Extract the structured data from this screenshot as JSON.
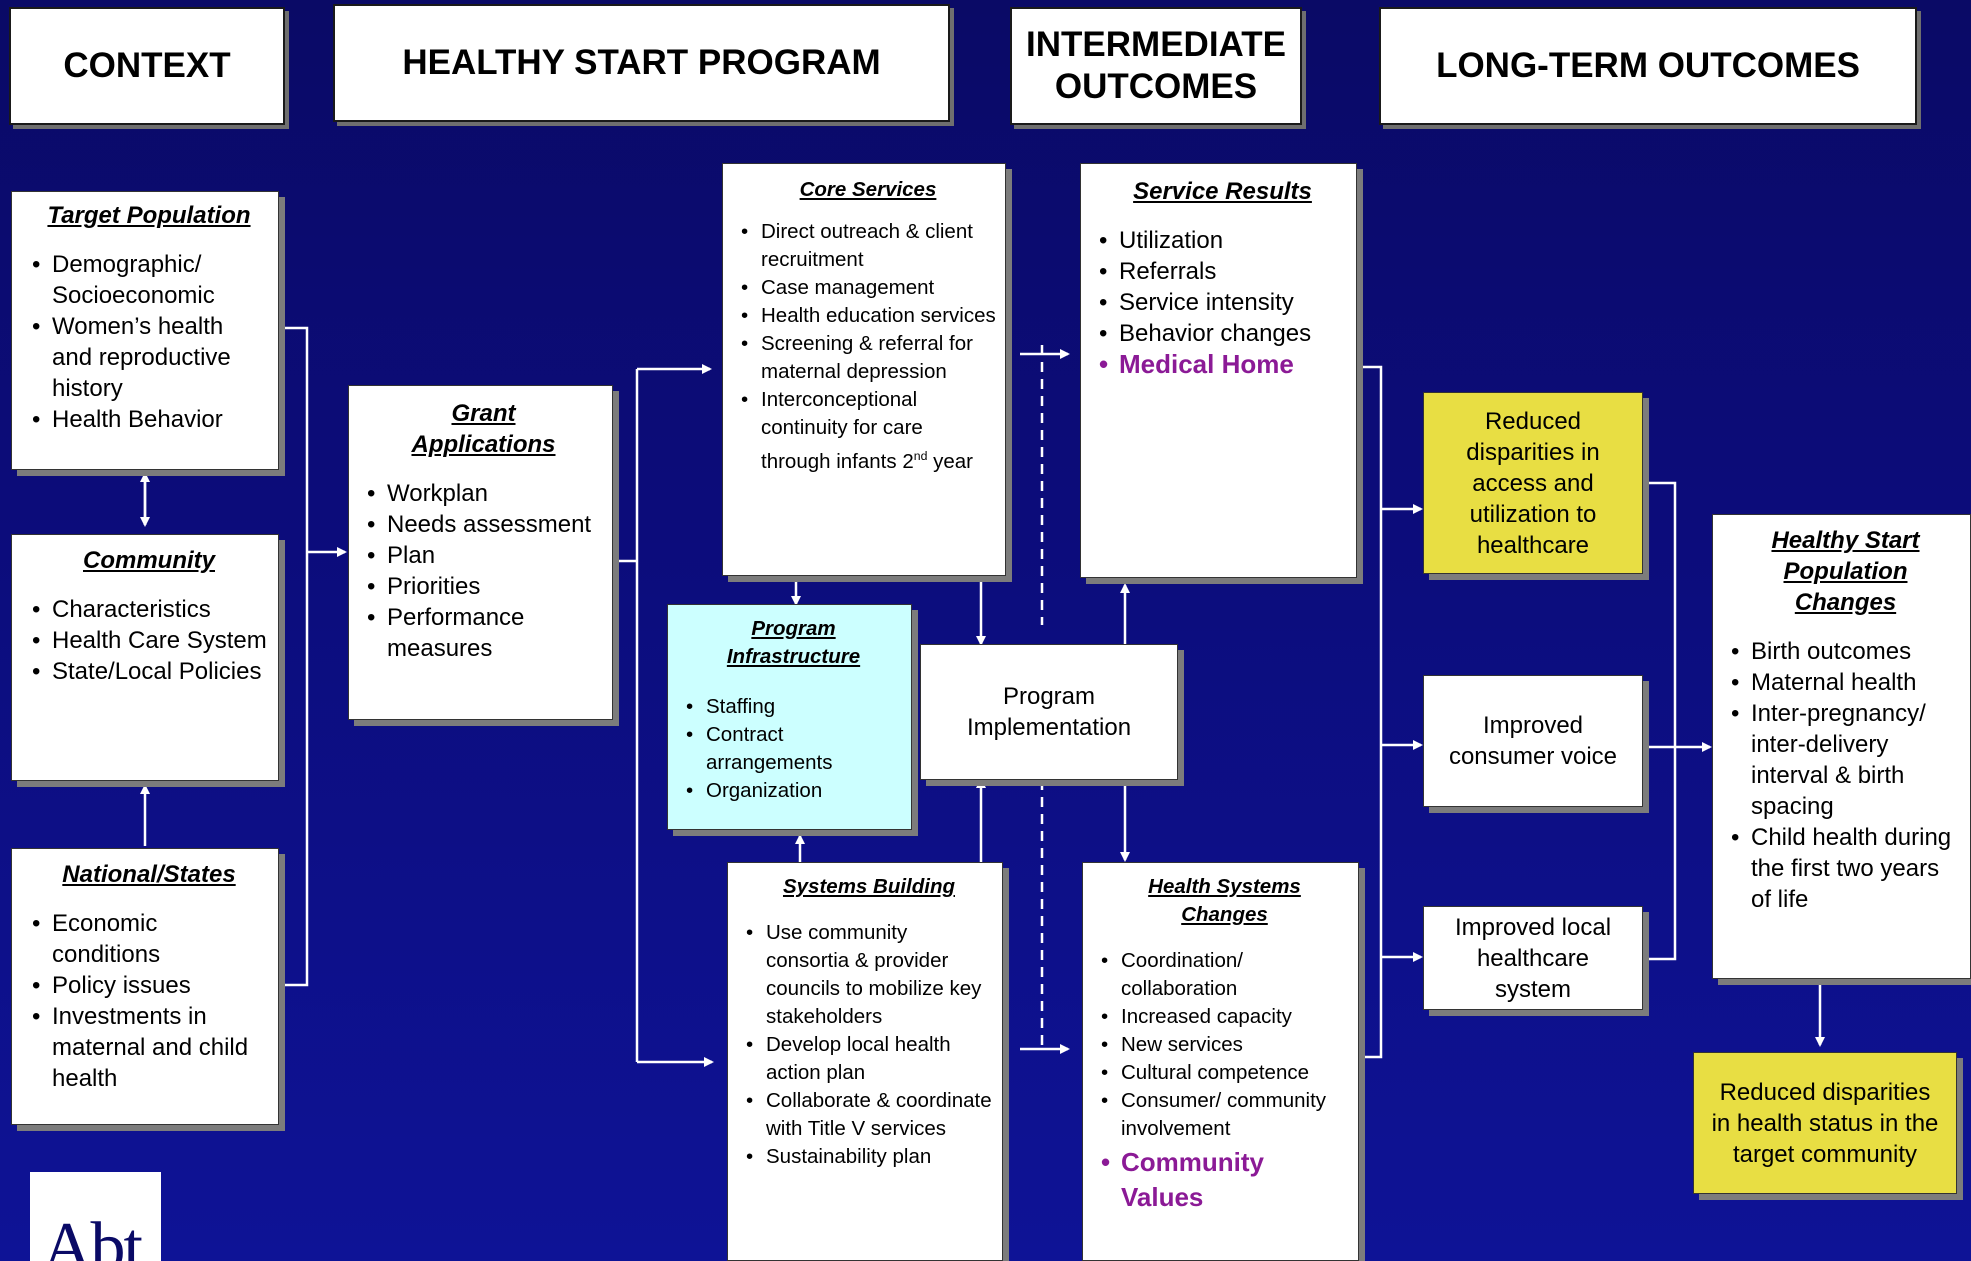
{
  "headers": {
    "context": "CONTEXT",
    "program": "HEALTHY START PROGRAM",
    "intermediate_line1": "INTERMEDIATE",
    "intermediate_line2": "OUTCOMES",
    "longterm": "LONG-TERM OUTCOMES"
  },
  "target_population": {
    "title": "Target Population",
    "items": [
      "Demographic/ Socioeconomic",
      "Women’s health and reproductive history",
      "Health Behavior"
    ]
  },
  "community": {
    "title": "Community",
    "items": [
      "Characteristics",
      "Health Care System",
      "State/Local Policies"
    ]
  },
  "national_states": {
    "title": "National/States",
    "items": [
      "Economic conditions",
      "Policy issues",
      "Investments in maternal and child health"
    ]
  },
  "grant_applications": {
    "title_line1": "Grant",
    "title_line2": "Applications",
    "items": [
      "Workplan",
      "Needs assessment",
      "Plan",
      "Priorities",
      "Performance measures"
    ]
  },
  "core_services": {
    "title": "Core Services",
    "items": [
      "Direct outreach & client recruitment",
      "Case management",
      "Health education services",
      "Screening & referral for maternal depression"
    ],
    "last_item_text": "Interconceptional continuity for care through infants 2",
    "last_item_sup": "nd",
    "last_item_tail": " year"
  },
  "program_infrastructure": {
    "title_line1": "Program",
    "title_line2": "Infrastructure",
    "items": [
      "Staffing",
      "Contract arrangements",
      "Organization"
    ]
  },
  "program_implementation": {
    "line1": "Program",
    "line2": "Implementation"
  },
  "systems_building": {
    "title": "Systems Building",
    "items": [
      "Use community consortia & provider councils to mobilize key stakeholders",
      "Develop local health action plan",
      "Collaborate & coordinate with Title V services",
      "Sustainability plan"
    ]
  },
  "service_results": {
    "title": "Service Results",
    "items": [
      "Utilization",
      "Referrals",
      "Service intensity",
      "Behavior changes"
    ],
    "highlight": "Medical Home"
  },
  "health_systems_changes": {
    "title_line1": "Health Systems",
    "title_line2": "Changes",
    "items": [
      "Coordination/ collaboration",
      "Increased capacity",
      "New services",
      "Cultural competence",
      "Consumer/ community involvement"
    ],
    "highlight": "Community Values"
  },
  "outcomes": {
    "reduced_access": "Reduced disparities in access and utilization to healthcare",
    "consumer_voice": "Improved consumer voice",
    "local_system": "Improved local healthcare system",
    "reduced_health_status": "Reduced disparities in health status in the target community"
  },
  "population_changes": {
    "title_line1": "Healthy Start",
    "title_line2": "Population",
    "title_line3": "Changes",
    "items": [
      "Birth outcomes",
      "Maternal health",
      "Inter-pregnancy/ inter-delivery interval & birth spacing",
      "Child health during the first two years of life"
    ]
  },
  "logo_text": "Abt",
  "colors": {
    "background": "#0a0a66",
    "highlight_text": "#8b1a96",
    "cyan_box": "#ccffff",
    "yellow_box": "#e8de43"
  }
}
